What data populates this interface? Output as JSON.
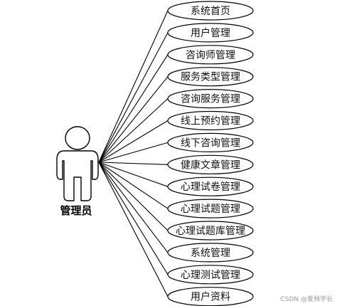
{
  "actor": {
    "name": "管理员",
    "icon": "user-icon"
  },
  "use_cases": [
    "系统首页",
    "用户管理",
    "咨询师管理",
    "服务类型管理",
    "咨询服务管理",
    "线上预约管理",
    "线下咨询管理",
    "健康文章管理",
    "心理试卷管理",
    "心理试题管理",
    "心理试题库管理",
    "系统管理",
    "心理测试管理",
    "用户资料"
  ],
  "watermark": "CSDN @爱林学长",
  "colors": {
    "stroke": "#000000",
    "background": "#ffffff",
    "actor_fill": "#ffffff"
  }
}
